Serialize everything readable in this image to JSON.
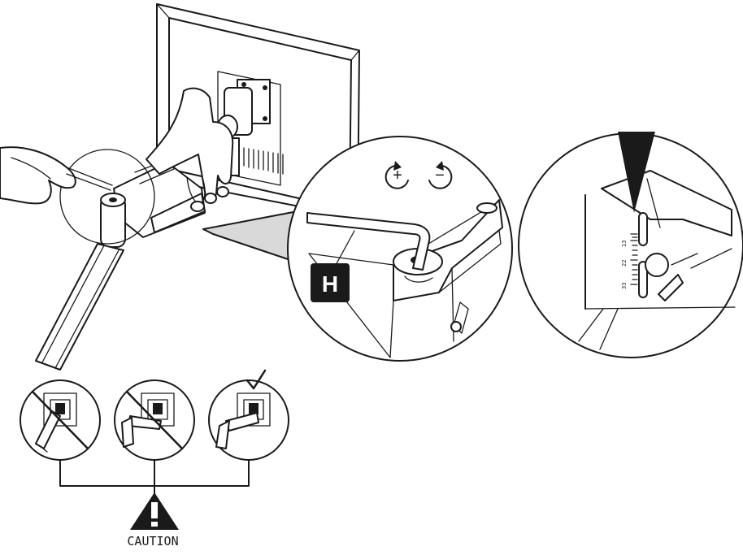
{
  "colors": {
    "ink": "#1a1a1a",
    "callout_fill": "#d9d9d9",
    "paper": "#ffffff"
  },
  "icons": [
    "allen-key-icon",
    "rotate-clockwise-plus-icon",
    "rotate-counterclockwise-minus-icon",
    "h-label-icon",
    "caution-triangle-icon",
    "checkmark-icon",
    "prohibited-icon"
  ],
  "tool_label": "H",
  "rotation": {
    "increase_symbol": "+",
    "decrease_symbol": "−"
  },
  "scale_marks": [
    "13",
    "22",
    "33"
  ],
  "caution_label": "CAUTION"
}
